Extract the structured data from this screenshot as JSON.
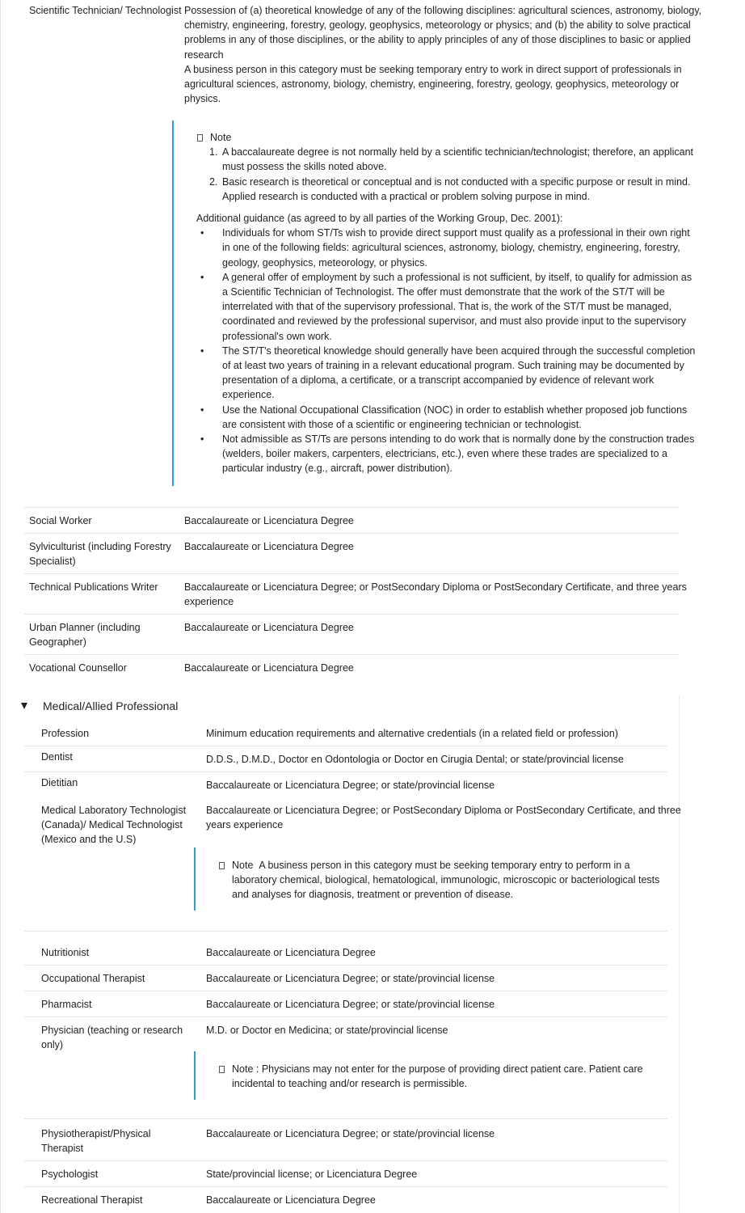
{
  "scientific": {
    "profession": "Scientific Technician/ Technologist",
    "requirement_p1": "Possession of (a) theoretical knowledge of any of the following disciplines: agricultural sciences, astronomy, biology, chemistry, engineering, forestry, geology, geophysics, meteorology or physics; and (b) the ability to solve practical problems in any of those disciplines, or the ability to apply principles of any of those disciplines to basic or applied research",
    "requirement_p2": "A business person in this category must be seeking temporary entry to work in direct support of professionals in agricultural sciences, astronomy, biology, chemistry, engineering, forestry, geology, geophysics, meteorology or physics.",
    "note_label": "Note",
    "notes": [
      {
        "num": "1.",
        "text": "A baccalaureate degree is not normally held by a scientific technician/technologist; therefore, an applicant must possess the skills noted above."
      },
      {
        "num": "2.",
        "text": "Basic research is theoretical or conceptual and is not conducted with a specific purpose or result in mind. Applied research is conducted with a practical or problem solving purpose in mind."
      }
    ],
    "guidance_intro": "Additional guidance (as agreed to by all parties of the Working Group, Dec. 2001):",
    "bullet_char": "•",
    "guidance": [
      "Individuals for whom ST/Ts wish to provide direct support must qualify as a professional in their own right in one of the following fields: agricultural sciences, astronomy, biology, chemistry, engineering, forestry, geology, geophysics, meteorology, or physics.",
      "A general offer of employment by such a professional is not sufficient, by itself, to qualify for admission as a Scientific Technician of Technologist. The offer must demonstrate that the work of the ST/T will be interrelated with that of the supervisory professional. That is, the work of the ST/T must be managed, coordinated and reviewed by the professional supervisor, and must also provide input to the supervisory professional's own work.",
      "The ST/T's theoretical knowledge should generally have been acquired through the successful completion of at least two years of training in a relevant educational program. Such training may be documented by presentation of a diploma, a certificate, or a transcript accompanied by evidence of relevant work experience.",
      "Use the National Occupational Classification (NOC) in order to establish whether proposed job functions are consistent with those of a scientific or engineering technician or technologist.",
      "Not admissible as ST/Ts are persons intending to do work that is normally done by the construction trades (welders, boiler makers, carpenters, electricians, etc.), even where these trades are specialized to a particular industry (e.g., aircraft, power distribution)."
    ]
  },
  "rows1": [
    {
      "profession": "Social Worker",
      "requirement": "Baccalaureate or Licenciatura Degree"
    },
    {
      "profession": "Sylviculturist (including Forestry Specialist)",
      "requirement": "Baccalaureate or Licenciatura Degree"
    },
    {
      "profession": "Technical Publications Writer",
      "requirement": "Baccalaureate or Licenciatura Degree; or PostSecondary Diploma or PostSecondary Certificate, and three years experience"
    },
    {
      "profession": "Urban Planner (including Geographer)",
      "requirement": "Baccalaureate or Licenciatura Degree"
    },
    {
      "profession": "Vocational Counsellor",
      "requirement": "Baccalaureate or Licenciatura Degree"
    }
  ],
  "medical": {
    "title": "Medical/Allied Professional",
    "header_profession": "Profession",
    "header_requirement": "Minimum education requirements and alternative credentials (in a related field or profession)",
    "rows": [
      {
        "profession": "Dentist",
        "requirement": "D.D.S., D.M.D., Doctor en Odontologia or Doctor en Cirugia Dental; or state/provincial license"
      },
      {
        "profession": "Dietitian",
        "requirement": "Baccalaureate or Licenciatura Degree; or state/provincial license"
      },
      {
        "profession": "Medical Laboratory Technologist (Canada)/ Medical Technologist (Mexico and the U.S)",
        "requirement": "Baccalaureate or Licenciatura Degree; or PostSecondary Diploma or PostSecondary Certificate, and three years experience"
      },
      {
        "profession": "Nutritionist",
        "requirement": "Baccalaureate or Licenciatura Degree"
      },
      {
        "profession": "Occupational Therapist",
        "requirement": "Baccalaureate or Licenciatura Degree; or state/provincial license"
      },
      {
        "profession": "Pharmacist",
        "requirement": "Baccalaureate or Licenciatura Degree; or state/provincial license"
      },
      {
        "profession": "Physician (teaching or research only)",
        "requirement": "M.D. or Doctor en Medicina; or state/provincial license"
      },
      {
        "profession": "Physiotherapist/Physical Therapist",
        "requirement": "Baccalaureate or Licenciatura Degree; or state/provincial license"
      },
      {
        "profession": "Psychologist",
        "requirement": "State/provincial license; or Licenciatura Degree"
      },
      {
        "profession": "Recreational Therapist",
        "requirement": "Baccalaureate or Licenciatura Degree"
      }
    ],
    "medlab_note_label": "Note",
    "medlab_note": "A business person in this category must be seeking temporary entry to perform in a laboratory chemical, biological, hematological, immunologic, microscopic or bacteriological tests and analyses for diagnosis, treatment or prevention of disease.",
    "physician_note_label": "Note",
    "physician_note": ": Physicians may not enter for the purpose of providing direct patient care. Patient care incidental to teaching and/or research is permissible."
  }
}
